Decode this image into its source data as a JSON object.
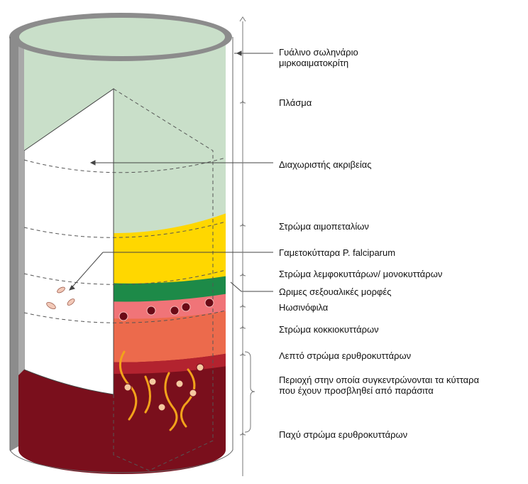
{
  "labels": {
    "tube": "Γυάλινο σωληνάριο μιρκοαιματοκρίτη",
    "plasma": "Πλάσμα",
    "float": "Διαχωριστής ακριβείας",
    "platelets": "Στρώμα αιμοπεταλίων",
    "gametocytes": "Γαμετοκύτταρα P. falciparum",
    "lymphocytes": "Στρώμα λεμφοκυττάρων/ μονοκυττάρων",
    "mature_sexual": "Ωριμες σεξουαλικές μορφές",
    "eosinophils": "Ηωσινόφιλα",
    "granulocytes": "Στρώμα κοκκιοκυττάρων",
    "thin_rbc": "Λεπτό στρώμα ερυθροκυττάρων",
    "parasite_region": "Περιοχή στην οποία συγκεντρώνονται τα κύτταρα που έχουν προσβληθεί από παράσιτα",
    "thick_rbc": "Παχύ στρώμα ερυθροκυττάρων"
  },
  "colors": {
    "tube_wall": "#8c8c8c",
    "plasma": "#c9dfc9",
    "platelets": "#ffd700",
    "lymphocytes": "#1d8a48",
    "eosinophils": "#f07478",
    "granulocytes": "#ec6a4c",
    "rbc": "#7a0f1c",
    "parasite": "#f2a21b"
  }
}
